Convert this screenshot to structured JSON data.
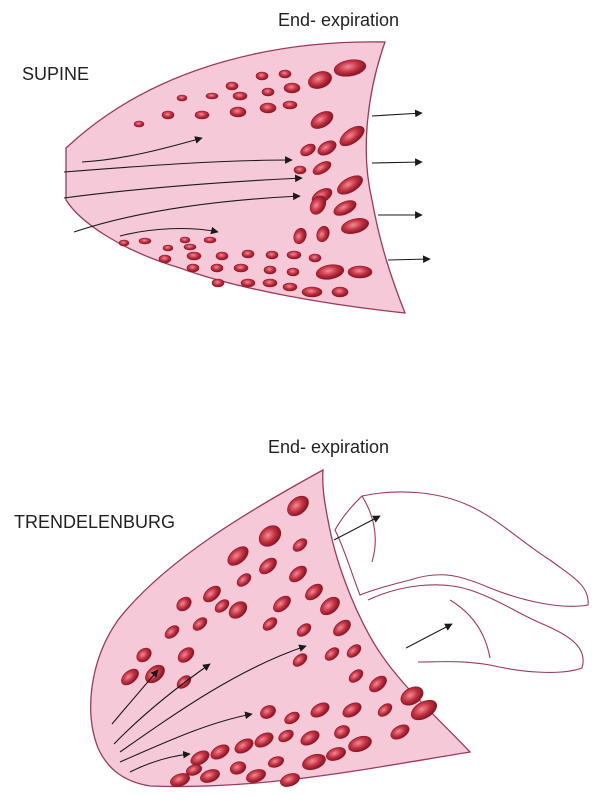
{
  "panels": [
    {
      "id": "supine",
      "position_label": "SUPINE",
      "phase_label": "End- expiration"
    },
    {
      "id": "trendelenburg",
      "position_label": "TRENDELENBURG",
      "phase_label": "End- expiration"
    }
  ],
  "colors": {
    "lung_fill": "#f6c9d9",
    "lung_stroke": "#9b3a5c",
    "vessel_dark": "#8e1a2b",
    "vessel_light": "#ec6a7a",
    "arrow": "#1a1a1a",
    "text": "#231f20"
  }
}
